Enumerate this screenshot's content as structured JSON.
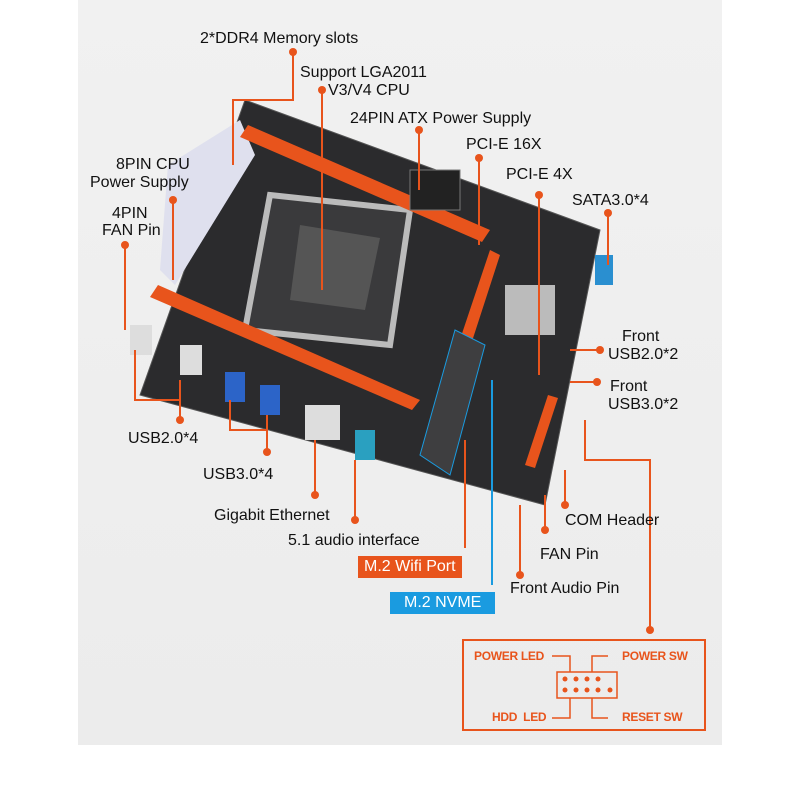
{
  "labels": {
    "ddr4": "2*DDR4 Memory slots",
    "cpu1": "Support LGA2011",
    "cpu2": "V3/V4 CPU",
    "atx": "24PIN ATX Power Supply",
    "pcie16": "PCI-E 16X",
    "pcie4": "PCI-E 4X",
    "sata": "SATA3.0*4",
    "cpu_pwr1": "8PIN CPU",
    "cpu_pwr2": "Power Supply",
    "fan1": "4PIN",
    "fan2": "FAN Pin",
    "front_usb2_1": "Front",
    "front_usb2_2": "USB2.0*2",
    "front_usb3_1": "Front",
    "front_usb3_2": "USB3.0*2",
    "usb2": "USB2.0*4",
    "usb3": "USB3.0*4",
    "ethernet": "Gigabit Ethernet",
    "audio": "5.1 audio interface",
    "wifi": "M.2 Wifi Port",
    "nvme": "M.2 NVME",
    "com": "COM Header",
    "fan_pin": "FAN Pin",
    "front_audio": "Front Audio Pin"
  },
  "panel": {
    "power_led": "POWER LED",
    "power_sw": "POWER SW",
    "hdd_led": "HDD  LED",
    "reset_sw": "RESET SW"
  },
  "colors": {
    "accent": "#e8541c",
    "nvme": "#1a9be0",
    "board": "#2b2b2d"
  }
}
